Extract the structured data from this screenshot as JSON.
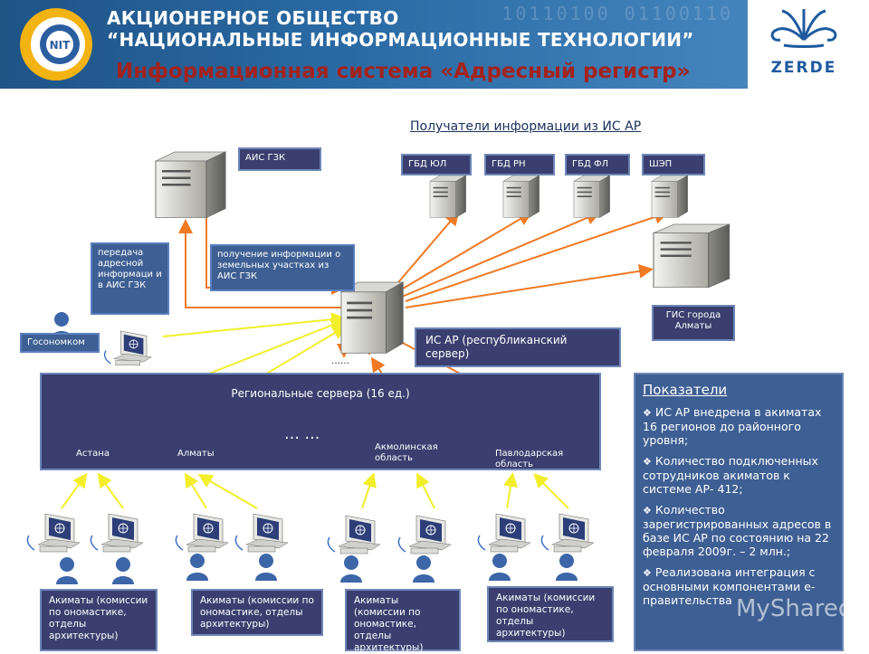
{
  "header": {
    "company_line1": "АКЦИОНЕРНОЕ ОБЩЕСТВО",
    "company_line2": "“НАЦИОНАЛЬНЫЕ ИНФОРМАЦИОННЫЕ ТЕХНОЛОГИИ”",
    "title": "Информационная система «Адресный регистр»",
    "binary_decor": "10110100  01100110",
    "logo_right_text": "ZERDE"
  },
  "recipients": {
    "heading": "Получатели информации из  ИС АР",
    "items": [
      "ГБД ЮЛ",
      "ГБД РН",
      "ГБД ФЛ",
      "ШЭП"
    ]
  },
  "labels": {
    "ais_gzk": "АИС ГЗК",
    "transfer": "передача адресной информаци и в АИС ГЗК",
    "receive": "получение информации о земельных участках из АИС ГЗК",
    "gis_almaty": "ГИС города Алматы",
    "main_server": "ИС АР (республиканский сервер)",
    "main_dots": "……",
    "gosonomkom": "Госономком"
  },
  "regional": {
    "title": "Региональные сервера (16 ед.)",
    "ellipsis": "… …",
    "servers": [
      "Астана",
      "Алматы",
      "Акмолинская область",
      "Павлодарская область"
    ]
  },
  "indicators": {
    "title": "Показатели",
    "items": [
      "ИС АР внедрена в акиматах 16 регионов до районного уровня;",
      "Количество подключенных сотрудников акиматов к    системе АР- 412;",
      "Количество зарегистрированных адресов в базе ИС АР  по состоянию на 22 февраля 2009г. – 2 млн.;",
      "Реализована интеграция с основными компонентами е-правительства"
    ]
  },
  "akimats": [
    "Акиматы (комиссии по ономастике, отделы архитектуры)",
    "Акиматы (комиссии по ономастике, отделы архитектуры)",
    "Акиматы (комиссии по ономастике, отделы архитектуры)",
    "Акиматы (комиссии по ономастике, отделы архитектуры)"
  ],
  "watermark": "MyShared",
  "colors": {
    "header_blue": "#2a6aa4",
    "title_red": "#a3231c",
    "box_dark": "#3a3f6f",
    "box_blue": "#3e5f93",
    "arrow_orange": "#f07a24",
    "arrow_yellow": "#f2ee2a"
  }
}
